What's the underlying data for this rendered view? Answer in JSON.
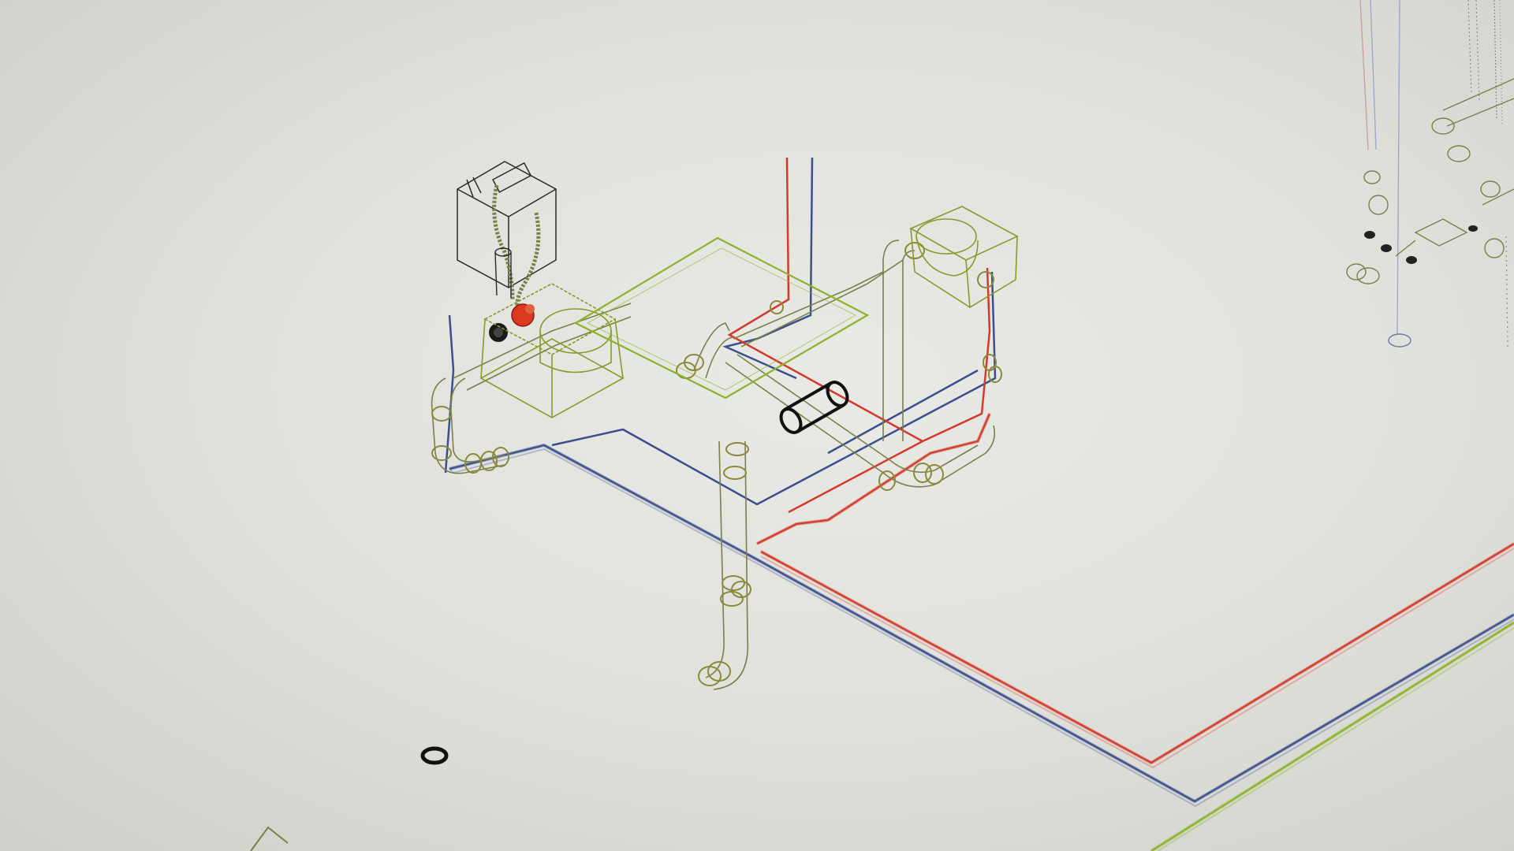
{
  "drawing": {
    "kind": "isometric plumbing schematic on paper",
    "colors": {
      "paper": "#e4e4df",
      "fixture_outline": "#8a9a2a",
      "drain_outline": "#7d7f4a",
      "hot_water": "#d23b2b",
      "cold_water": "#3b4f8c",
      "accent_green": "#8cb32a",
      "cylinder_black": "#111111",
      "valve_red": "#d8391f"
    },
    "icons": {
      "flush_cistern": "box-outline",
      "sink_basin": "isometric-basin",
      "pipe_sleeve": "cylinder",
      "ring_marker": "ring",
      "valve": "filled-circle"
    }
  }
}
